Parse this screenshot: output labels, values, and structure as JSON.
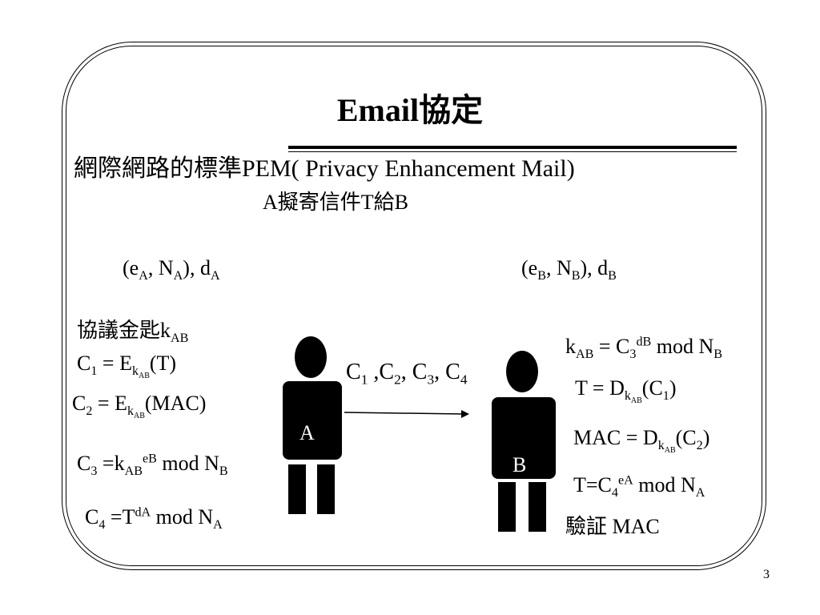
{
  "slide": {
    "title": "Email協定",
    "subtitle": "網際網路的標準PEM( Privacy Enhancement Mail)",
    "scenario": "A擬寄信件T給B",
    "page_number": "3"
  },
  "keys_a": {
    "e": "e",
    "e_sub": "A",
    "n": "N",
    "n_sub": "A",
    "d": "d",
    "d_sub": "A"
  },
  "keys_b": {
    "e": "e",
    "e_sub": "B",
    "n": "N",
    "n_sub": "B",
    "d": "d",
    "d_sub": "B"
  },
  "sender": {
    "label": "A",
    "agree_key": "協議金匙",
    "agree_k": "k",
    "agree_k_sub": "AB",
    "c1": {
      "lhs": "C",
      "lhs_sub": "1",
      "eq": " = E",
      "k": "k",
      "k_sub": "AB",
      "arg": "(T)"
    },
    "c2": {
      "lhs": "C",
      "lhs_sub": "2",
      "eq": " = E",
      "k": "k",
      "k_sub": "AB",
      "arg": "(MAC)"
    },
    "c3": {
      "lhs": "C",
      "lhs_sub": "3",
      "eq": " =k",
      "k_sub": "AB",
      "exp": "eB",
      "mod": " mod N",
      "mod_sub": "B"
    },
    "c4": {
      "lhs": "C",
      "lhs_sub": "4",
      "eq": " =T",
      "exp": "dA",
      "mod": " mod N",
      "mod_sub": "A"
    }
  },
  "message": {
    "c": "C",
    "s1": "1",
    "sep1": " ,C",
    "s2": "2",
    "sep2": ", C",
    "s3": "3",
    "sep3": ", C",
    "s4": "4"
  },
  "receiver": {
    "label": "B",
    "l1": {
      "k": "k",
      "k_sub": "AB",
      "eq": " = C",
      "c_sub": "3",
      "exp": "dB",
      "mod": " mod N",
      "mod_sub": "B"
    },
    "l2": {
      "lhs": "T = D",
      "k": "k",
      "k_sub": "AB",
      "arg_open": "(C",
      "arg_sub": "1",
      "arg_close": ")"
    },
    "l3": {
      "lhs": "MAC = D",
      "k": "k",
      "k_sub": "AB",
      "arg_open": "(C",
      "arg_sub": "2",
      "arg_close": ")"
    },
    "l4": {
      "lhs": "T=C",
      "lhs_sub": "4",
      "exp": "eA",
      "mod": " mod N",
      "mod_sub": "A"
    },
    "verify": "驗証 MAC"
  }
}
